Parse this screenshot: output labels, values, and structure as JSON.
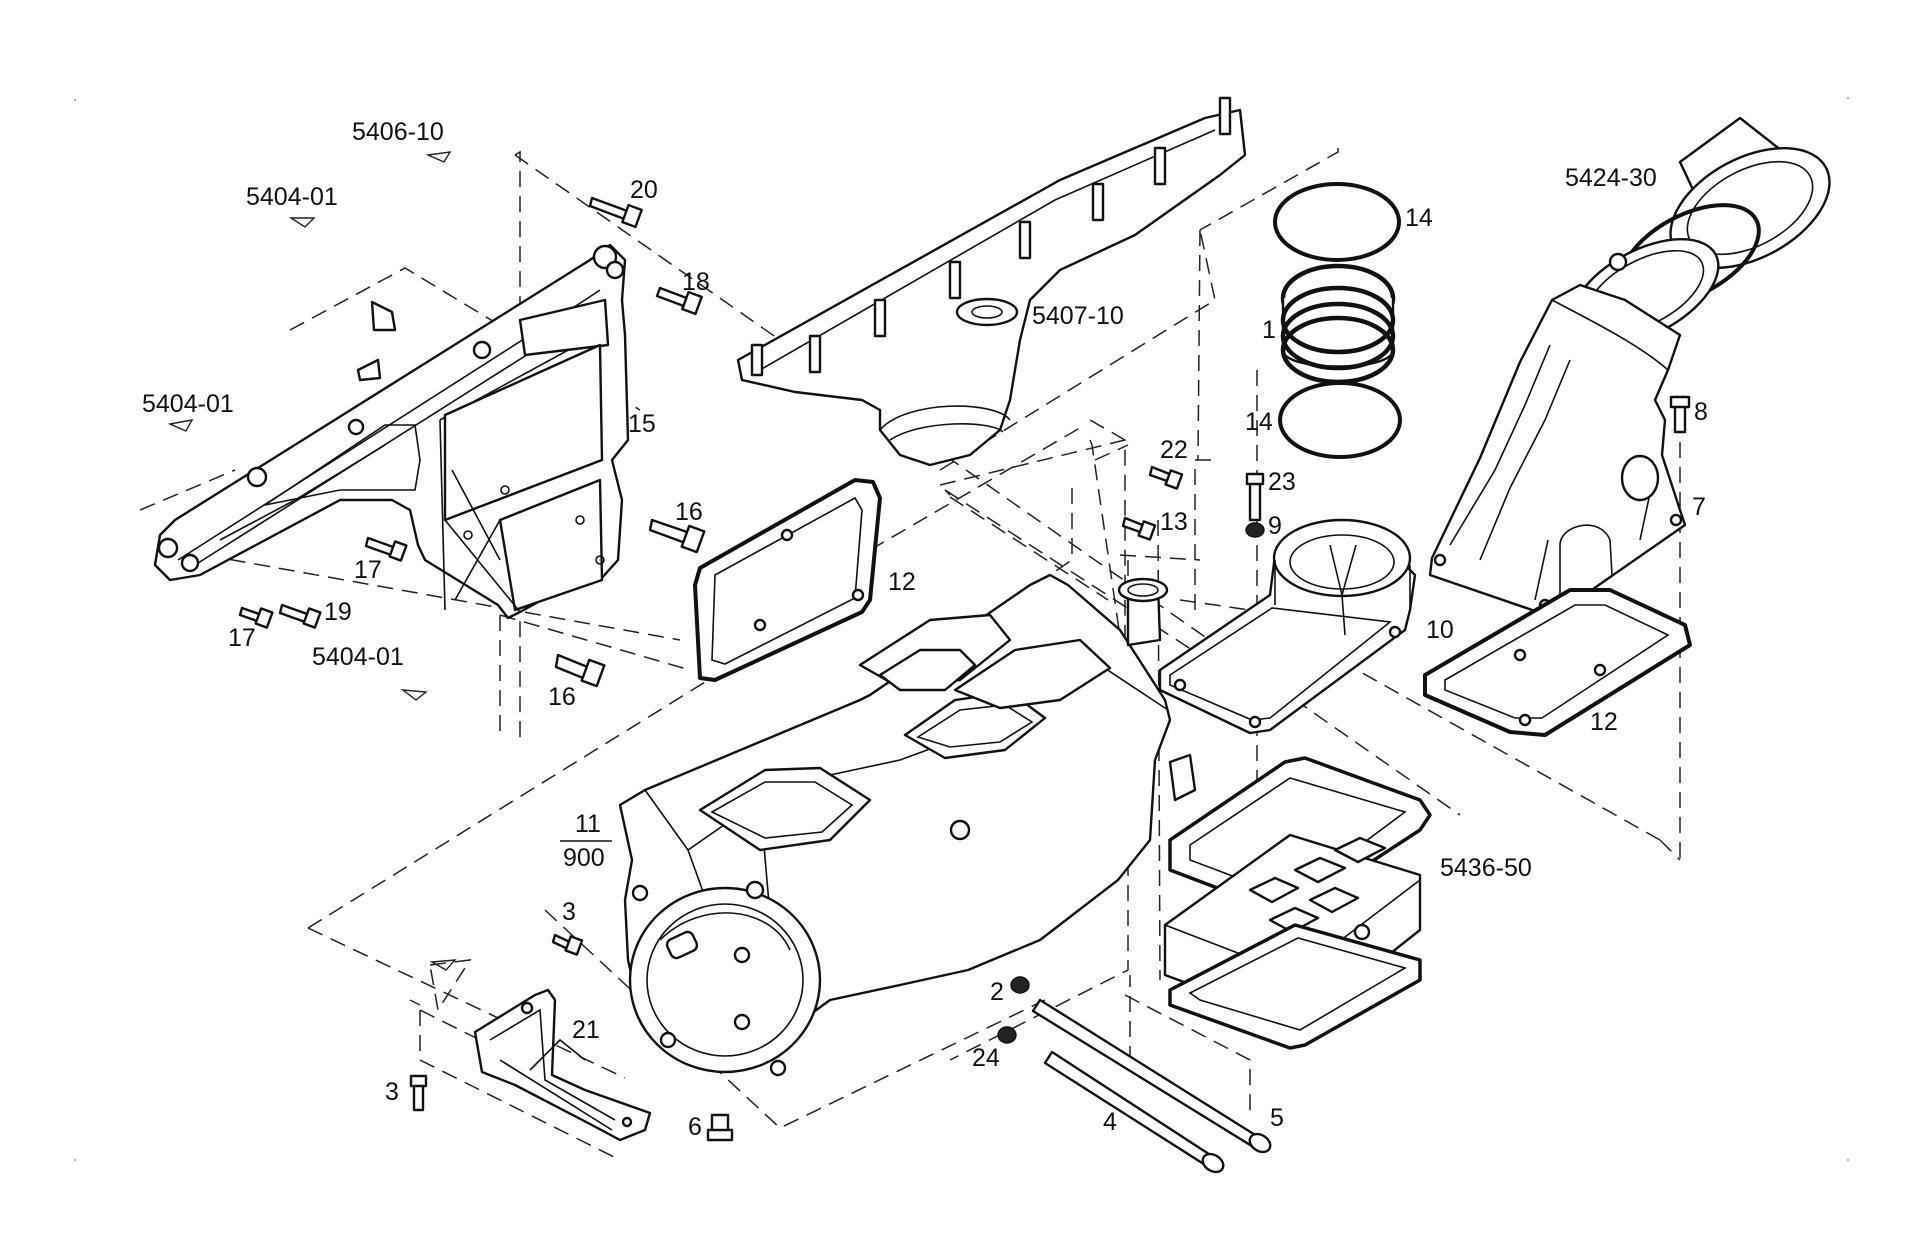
{
  "callouts": {
    "ref_5406_10": "5406-10",
    "ref_5404_01_top": "5404-01",
    "ref_5404_01_mid": "5404-01",
    "ref_5404_01_bot": "5404-01",
    "ref_5407_10": "5407-10",
    "ref_5424_30": "5424-30",
    "ref_5436_50": "5436-50",
    "p1": "1",
    "p2": "2",
    "p3a": "3",
    "p3b": "3",
    "p4": "4",
    "p5": "5",
    "p6": "6",
    "p7": "7",
    "p8": "8",
    "p9": "9",
    "p10": "10",
    "p11_num": "11",
    "p11_den": "900",
    "p12a": "12",
    "p12b": "12",
    "p13": "13",
    "p14a": "14",
    "p14b": "14",
    "p15": "15",
    "p16a": "16",
    "p16b": "16",
    "p17a": "17",
    "p17b": "17",
    "p18": "18",
    "p19": "19",
    "p20": "20",
    "p21": "21",
    "p22": "22",
    "p23": "23",
    "p24": "24"
  }
}
